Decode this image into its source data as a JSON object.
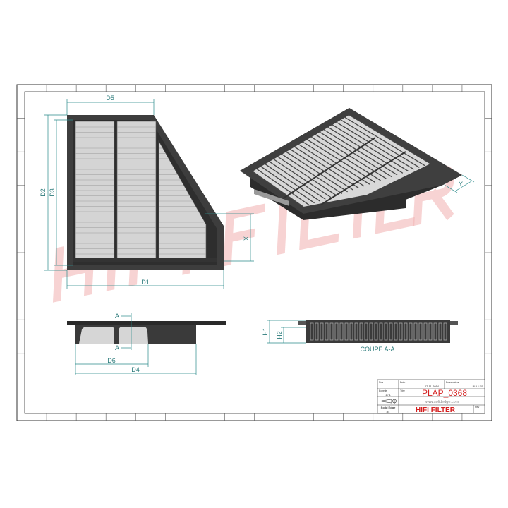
{
  "watermark": "HIFI FILTER",
  "dimensions": {
    "d1": "D1",
    "d2": "D2",
    "d3": "D3",
    "d4": "D4",
    "d5": "D5",
    "d6": "D6",
    "x": "X",
    "y": "Y",
    "h1": "H1",
    "h2": "H2",
    "section_marker": "A"
  },
  "section_label": "COUPE A-A",
  "title_block": {
    "date_label": "Date",
    "date": "27-11-2014",
    "designer_label": "Dessinateur",
    "designer": "BULLEE",
    "scale_label": "Echelle",
    "scale": "1 / 1",
    "title_label": "Titre",
    "part_number": "PLAP_0368",
    "website": "www.solidedge.com",
    "software": "Solid Edge",
    "software_sub": "(E)",
    "brand": "HIFI FILTER",
    "rev_label": "Rev",
    "projection_icon": "first-angle-projection-icon"
  },
  "colors": {
    "accent": "#d42020",
    "dimension": "#2a8a8a",
    "part": "#3a3a3a"
  }
}
